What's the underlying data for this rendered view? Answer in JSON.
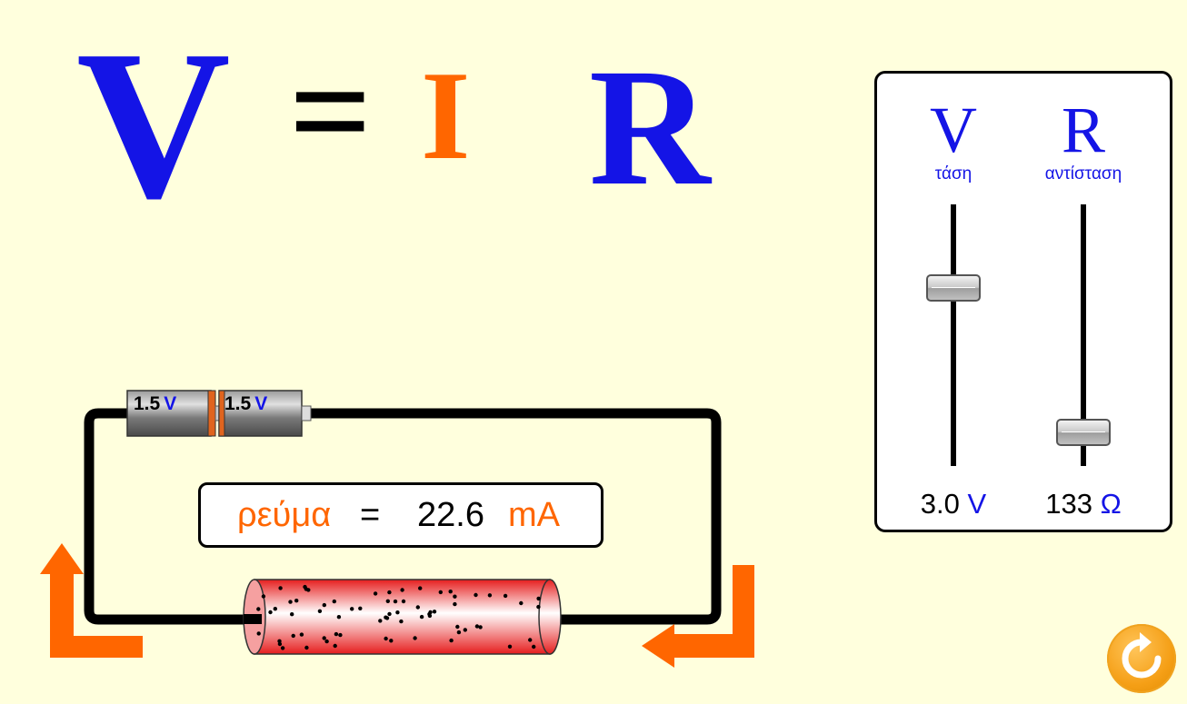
{
  "equation": {
    "voltage_symbol": "V",
    "equals": "=",
    "current_symbol": "I",
    "resistance_symbol": "R"
  },
  "panel": {
    "voltage": {
      "symbol": "V",
      "label": "τάση",
      "value": "3.0",
      "unit": "V",
      "slider_fraction": 0.68
    },
    "resistance": {
      "symbol": "R",
      "label": "αντίσταση",
      "value": "133",
      "unit": "Ω",
      "slider_fraction": 0.13
    }
  },
  "batteries": [
    {
      "value": "1.5",
      "unit": "V"
    },
    {
      "value": "1.5",
      "unit": "V"
    }
  ],
  "current_display": {
    "label": "ρεύμα",
    "equals": "=",
    "value": "22.6",
    "unit": "mA"
  },
  "colors": {
    "background": "#ffffdd",
    "blue": "#1414e6",
    "orange": "#ff6600",
    "wire": "#000000",
    "resistor": "#f01e1e"
  },
  "icons": {
    "reset": "reset-icon",
    "arrow_up": "arrow-up-icon",
    "arrow_left": "arrow-left-icon"
  }
}
